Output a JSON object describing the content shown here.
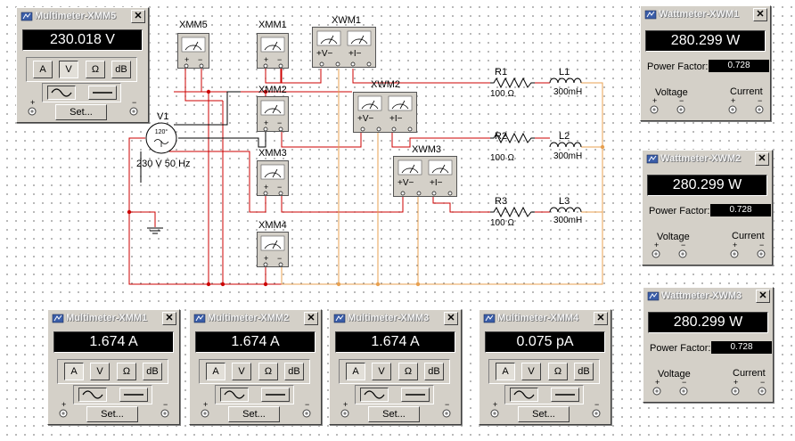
{
  "colors": {
    "wire_red": "#cc0000",
    "wire_orange": "#e8a050",
    "wire_dark": "#000000",
    "panel": "#d4d0c8"
  },
  "circuit": {
    "source": {
      "name": "V1",
      "rating": "230 V 50 Hz",
      "core_label": "120°"
    },
    "probes": [
      {
        "id": "XMM5",
        "label": "XMM5"
      },
      {
        "id": "XMM1",
        "label": "XMM1"
      },
      {
        "id": "XMM2",
        "label": "XMM2"
      },
      {
        "id": "XMM3",
        "label": "XMM3"
      },
      {
        "id": "XMM4",
        "label": "XMM4"
      }
    ],
    "wattprobes": [
      {
        "id": "XWM1",
        "label": "XWM1"
      },
      {
        "id": "XWM2",
        "label": "XWM2"
      },
      {
        "id": "XWM3",
        "label": "XWM3"
      }
    ],
    "resistors": [
      {
        "name": "R1",
        "value": "100 Ω"
      },
      {
        "name": "R2",
        "value": "100 Ω"
      },
      {
        "name": "R3",
        "value": "100 Ω"
      }
    ],
    "inductors": [
      {
        "name": "L1",
        "value": "300mH"
      },
      {
        "name": "L2",
        "value": "300mH"
      },
      {
        "name": "L3",
        "value": "300mH"
      }
    ],
    "wattmeter_terminals": {
      "v": "V",
      "i": "I"
    }
  },
  "multimeters": [
    {
      "title": "Multimeter-XMM5",
      "reading": "230.018 V",
      "mode": "V"
    },
    {
      "title": "Multimeter-XMM1",
      "reading": "1.674 A",
      "mode": "A"
    },
    {
      "title": "Multimeter-XMM2",
      "reading": "1.674 A",
      "mode": "A"
    },
    {
      "title": "Multimeter-XMM3",
      "reading": "1.674 A",
      "mode": "A"
    },
    {
      "title": "Multimeter-XMM4",
      "reading": "0.075 pA",
      "mode": "A"
    }
  ],
  "multimeter_buttons": {
    "a": "A",
    "v": "V",
    "ohm": "Ω",
    "db": "dB",
    "set": "Set...",
    "plus": "+",
    "minus": "−"
  },
  "wattmeters": [
    {
      "title": "Wattmeter-XWM1",
      "reading": "280.299 W",
      "pf": "0.728"
    },
    {
      "title": "Wattmeter-XWM2",
      "reading": "280.299 W",
      "pf": "0.728"
    },
    {
      "title": "Wattmeter-XWM3",
      "reading": "280.299 W",
      "pf": "0.728"
    }
  ],
  "wattmeter_labels": {
    "pf": "Power Factor:",
    "voltage": "Voltage",
    "current": "Current",
    "plus": "+",
    "minus": "−"
  },
  "close_glyph": "✕"
}
